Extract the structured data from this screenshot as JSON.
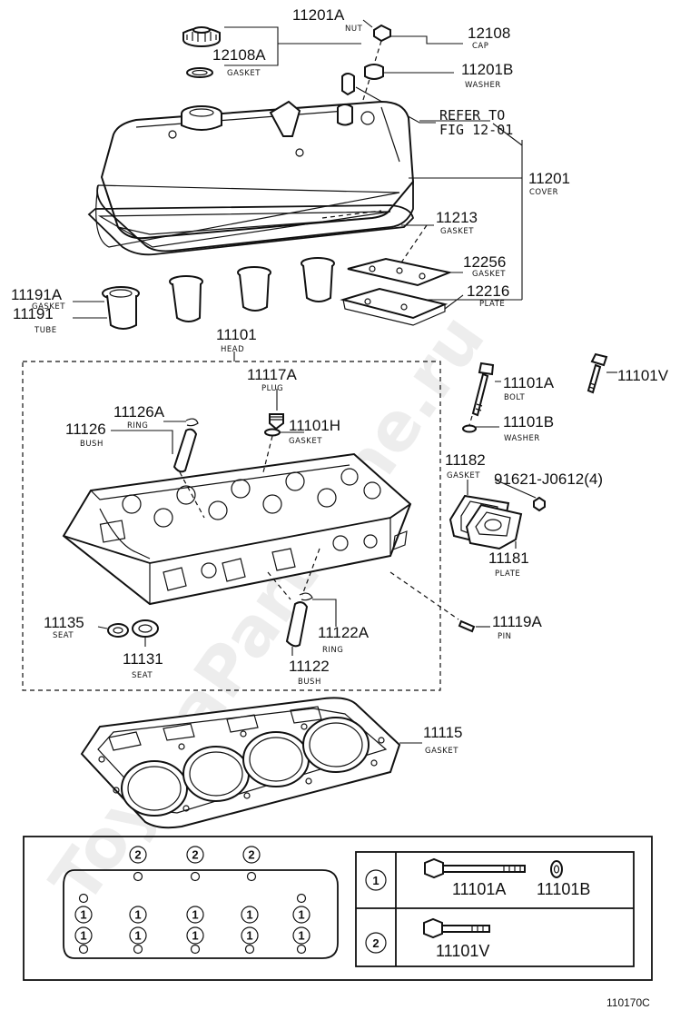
{
  "labels": [
    {
      "id": "11201A",
      "num": "11201A",
      "name": "NUT"
    },
    {
      "id": "12108",
      "num": "12108",
      "name": "CAP"
    },
    {
      "id": "12108A",
      "num": "12108A",
      "name": "GASKET"
    },
    {
      "id": "11201B",
      "num": "11201B",
      "name": "WASHER"
    },
    {
      "id": "11201",
      "num": "11201",
      "name": "COVER"
    },
    {
      "id": "11213",
      "num": "11213",
      "name": "GASKET"
    },
    {
      "id": "12256",
      "num": "12256",
      "name": "GASKET"
    },
    {
      "id": "12216",
      "num": "12216",
      "name": "PLATE"
    },
    {
      "id": "11191A",
      "num": "11191A",
      "name": "GASKET"
    },
    {
      "id": "11191",
      "num": "11191",
      "name": "TUBE"
    },
    {
      "id": "11101",
      "num": "11101",
      "name": "HEAD"
    },
    {
      "id": "11117A",
      "num": "11117A",
      "name": "PLUG"
    },
    {
      "id": "11126A",
      "num": "11126A",
      "name": "RING"
    },
    {
      "id": "11126",
      "num": "11126",
      "name": "BUSH"
    },
    {
      "id": "11101H",
      "num": "11101H",
      "name": "GASKET"
    },
    {
      "id": "11101A",
      "num": "11101A",
      "name": "BOLT"
    },
    {
      "id": "11101V",
      "num": "11101V",
      "name": ""
    },
    {
      "id": "11101B",
      "num": "11101B",
      "name": "WASHER"
    },
    {
      "id": "11182",
      "num": "11182",
      "name": "GASKET"
    },
    {
      "id": "91621",
      "num": "91621-J0612(4)",
      "name": ""
    },
    {
      "id": "11181",
      "num": "11181",
      "name": "PLATE"
    },
    {
      "id": "11135",
      "num": "11135",
      "name": "SEAT"
    },
    {
      "id": "11131",
      "num": "11131",
      "name": "SEAT"
    },
    {
      "id": "11122A",
      "num": "11122A",
      "name": "RING"
    },
    {
      "id": "11122",
      "num": "11122",
      "name": "BUSH"
    },
    {
      "id": "11119A",
      "num": "11119A",
      "name": "PIN"
    },
    {
      "id": "11115",
      "num": "11115",
      "name": "GASKET"
    }
  ],
  "reference": {
    "line1": "REFER TO",
    "line2": "FIG 12-01"
  },
  "legend": {
    "marker_1": "1",
    "marker_2": "2",
    "row1_part_a": "11101A",
    "row1_part_b": "11101B",
    "row2_part_a": "11101V"
  },
  "watermark": "ToyotaPartMine.ru",
  "diagram_code": "110170C"
}
